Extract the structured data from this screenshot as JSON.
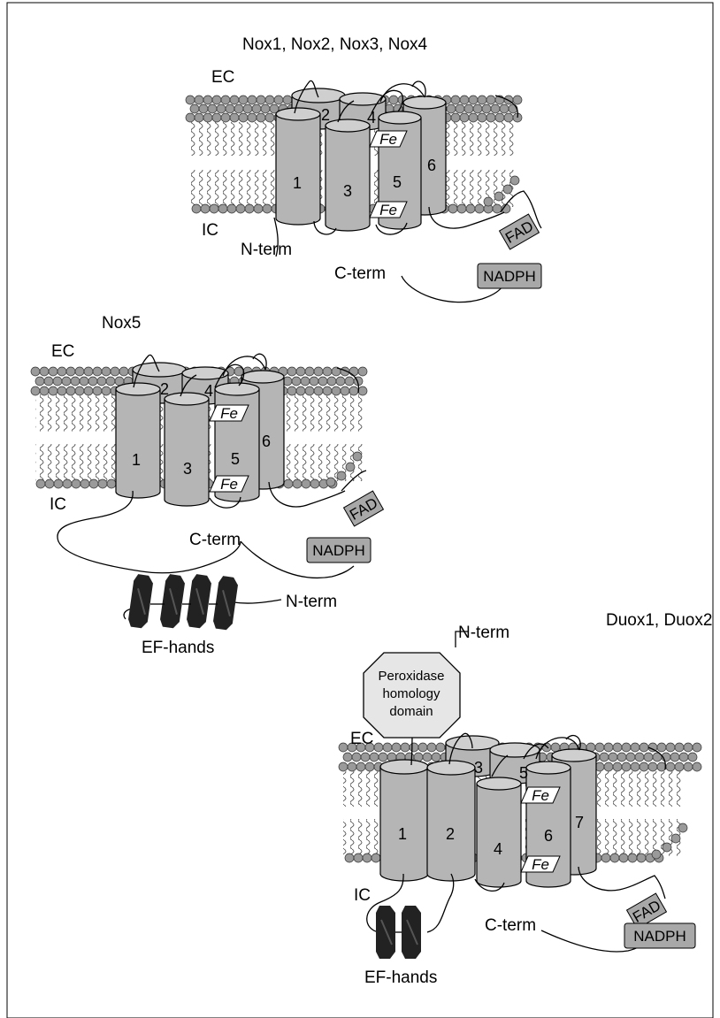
{
  "panel_top": {
    "title": "Nox1, Nox2, Nox3, Nox4",
    "ec": "EC",
    "ic": "IC",
    "n_term": "N-term",
    "c_term": "C-term",
    "helices": [
      "1",
      "2",
      "3",
      "4",
      "5",
      "6"
    ],
    "fe": "Fe",
    "fad": "FAD",
    "nadph": "NADPH"
  },
  "panel_mid": {
    "title": "Nox5",
    "ec": "EC",
    "ic": "IC",
    "n_term": "N-term",
    "c_term": "C-term",
    "helices": [
      "1",
      "2",
      "3",
      "4",
      "5",
      "6"
    ],
    "fe": "Fe",
    "fad": "FAD",
    "nadph": "NADPH",
    "ef_hands": "EF-hands"
  },
  "panel_bot": {
    "title": "Duox1, Duox2",
    "ec": "EC",
    "ic": "IC",
    "n_term": "N-term",
    "c_term": "C-term",
    "helices": [
      "1",
      "2",
      "3",
      "4",
      "5",
      "6",
      "7"
    ],
    "fe": "Fe",
    "fad": "FAD",
    "nadph": "NADPH",
    "ef_hands": "EF-hands",
    "peroxidase": [
      "Peroxidase",
      "homology",
      "domain"
    ]
  },
  "colors": {
    "helix": "#b5b5b5",
    "helix_top": "#cfcfcf",
    "lipid_head": "#9a9a9a",
    "box": "#a8a8a8",
    "ef_hand": "#222222",
    "peroxidase": "#e6e6e6"
  }
}
